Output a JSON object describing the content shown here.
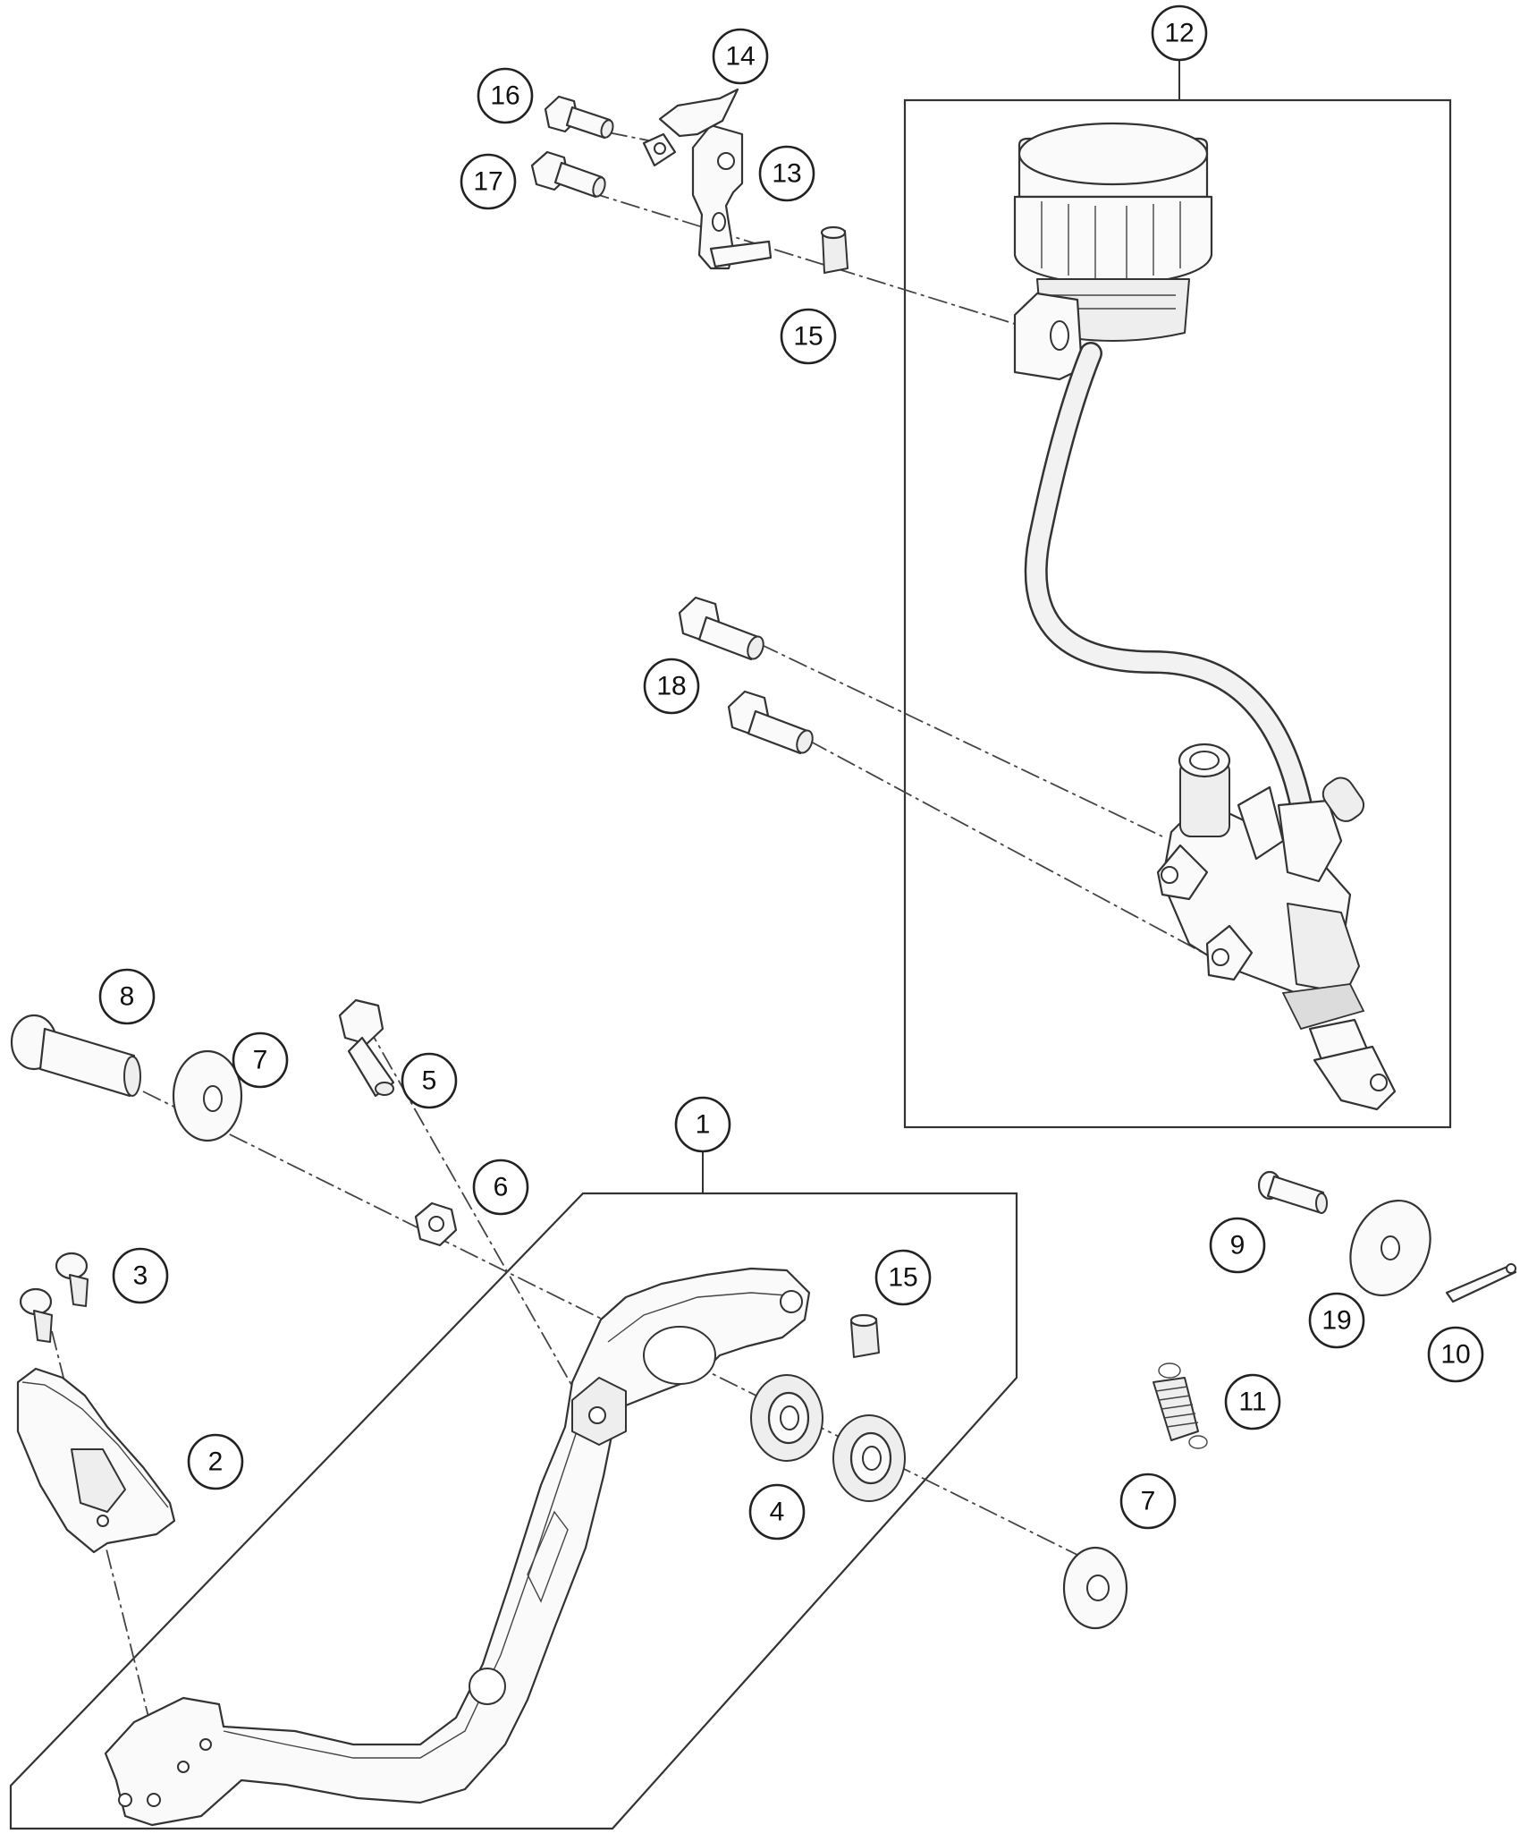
{
  "callouts": {
    "c1": "1",
    "c2": "2",
    "c3": "3",
    "c4": "4",
    "c5": "5",
    "c6": "6",
    "c7a": "7",
    "c7b": "7",
    "c8": "8",
    "c9": "9",
    "c10": "10",
    "c11": "11",
    "c12": "12",
    "c13": "13",
    "c14": "14",
    "c15a": "15",
    "c15b": "15",
    "c16": "16",
    "c17": "17",
    "c18": "18",
    "c19": "19"
  }
}
